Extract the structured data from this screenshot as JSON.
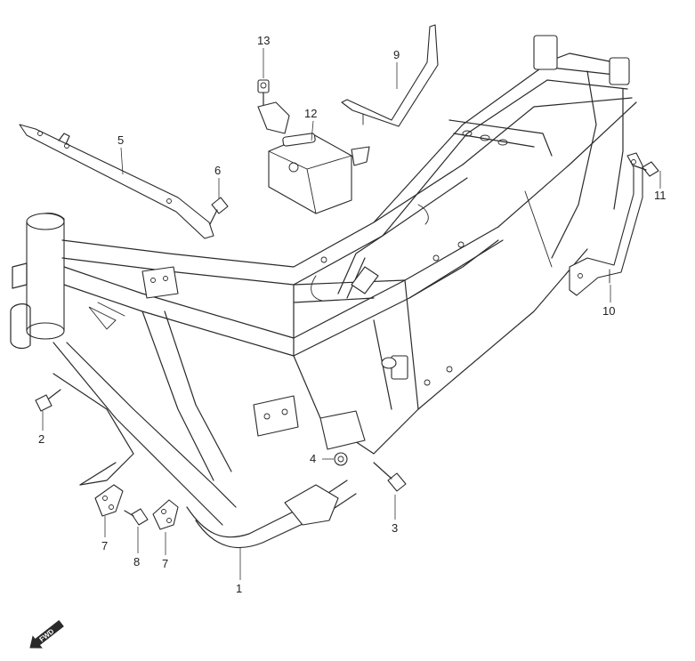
{
  "diagram": {
    "callouts": [
      {
        "id": "c1",
        "label": "1"
      },
      {
        "id": "c2",
        "label": "2"
      },
      {
        "id": "c3",
        "label": "3"
      },
      {
        "id": "c4",
        "label": "4"
      },
      {
        "id": "c5",
        "label": "5"
      },
      {
        "id": "c6",
        "label": "6"
      },
      {
        "id": "c7a",
        "label": "7"
      },
      {
        "id": "c7b",
        "label": "7"
      },
      {
        "id": "c8",
        "label": "8"
      },
      {
        "id": "c9",
        "label": "9"
      },
      {
        "id": "c10",
        "label": "10"
      },
      {
        "id": "c11",
        "label": "11"
      },
      {
        "id": "c12",
        "label": "12"
      },
      {
        "id": "c13",
        "label": "13"
      }
    ],
    "fwd_label": "FWD",
    "line_color": "#2a2a2a"
  }
}
